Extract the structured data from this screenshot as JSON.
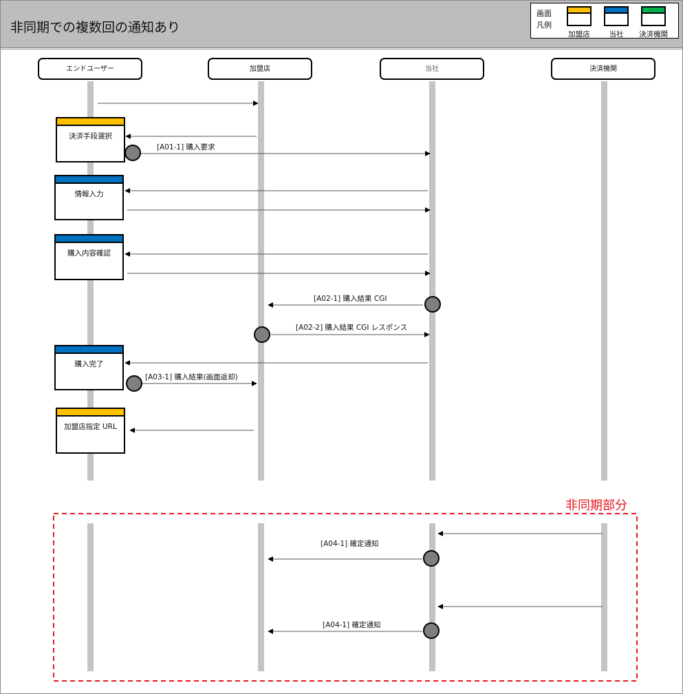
{
  "title": "非同期での複数回の通知あり",
  "legend": {
    "label": "画面\n凡例",
    "items": [
      {
        "label": "加盟店",
        "color": "#ffc000"
      },
      {
        "label": "当社",
        "color": "#0070c0"
      },
      {
        "label": "決済機関",
        "color": "#00b050"
      }
    ]
  },
  "actors": [
    "エンドユーザー",
    "加盟店",
    "当社",
    "決済機関"
  ],
  "screens": [
    {
      "title": "決済手段選択",
      "owner": "加盟店"
    },
    {
      "title": "情報入力",
      "owner": "当社"
    },
    {
      "title": "購入内容確認",
      "owner": "当社"
    },
    {
      "title": "購入完了",
      "owner": "当社"
    },
    {
      "title": "加盟店指定 URL",
      "owner": "加盟店"
    }
  ],
  "messages": [
    {
      "label": "[A01-1] 購入要求"
    },
    {
      "label": "[A02-1] 購入結果 CGI"
    },
    {
      "label": "[A02-2] 購入結果 CGI レスポンス"
    },
    {
      "label": "[A03-1] 購入結果(画面返却)"
    },
    {
      "label": "[A04-1] 確定通知"
    },
    {
      "label": "[A04-1] 確定通知"
    }
  ],
  "async_section": {
    "label": "非同期部分",
    "color": "#e8141b"
  }
}
